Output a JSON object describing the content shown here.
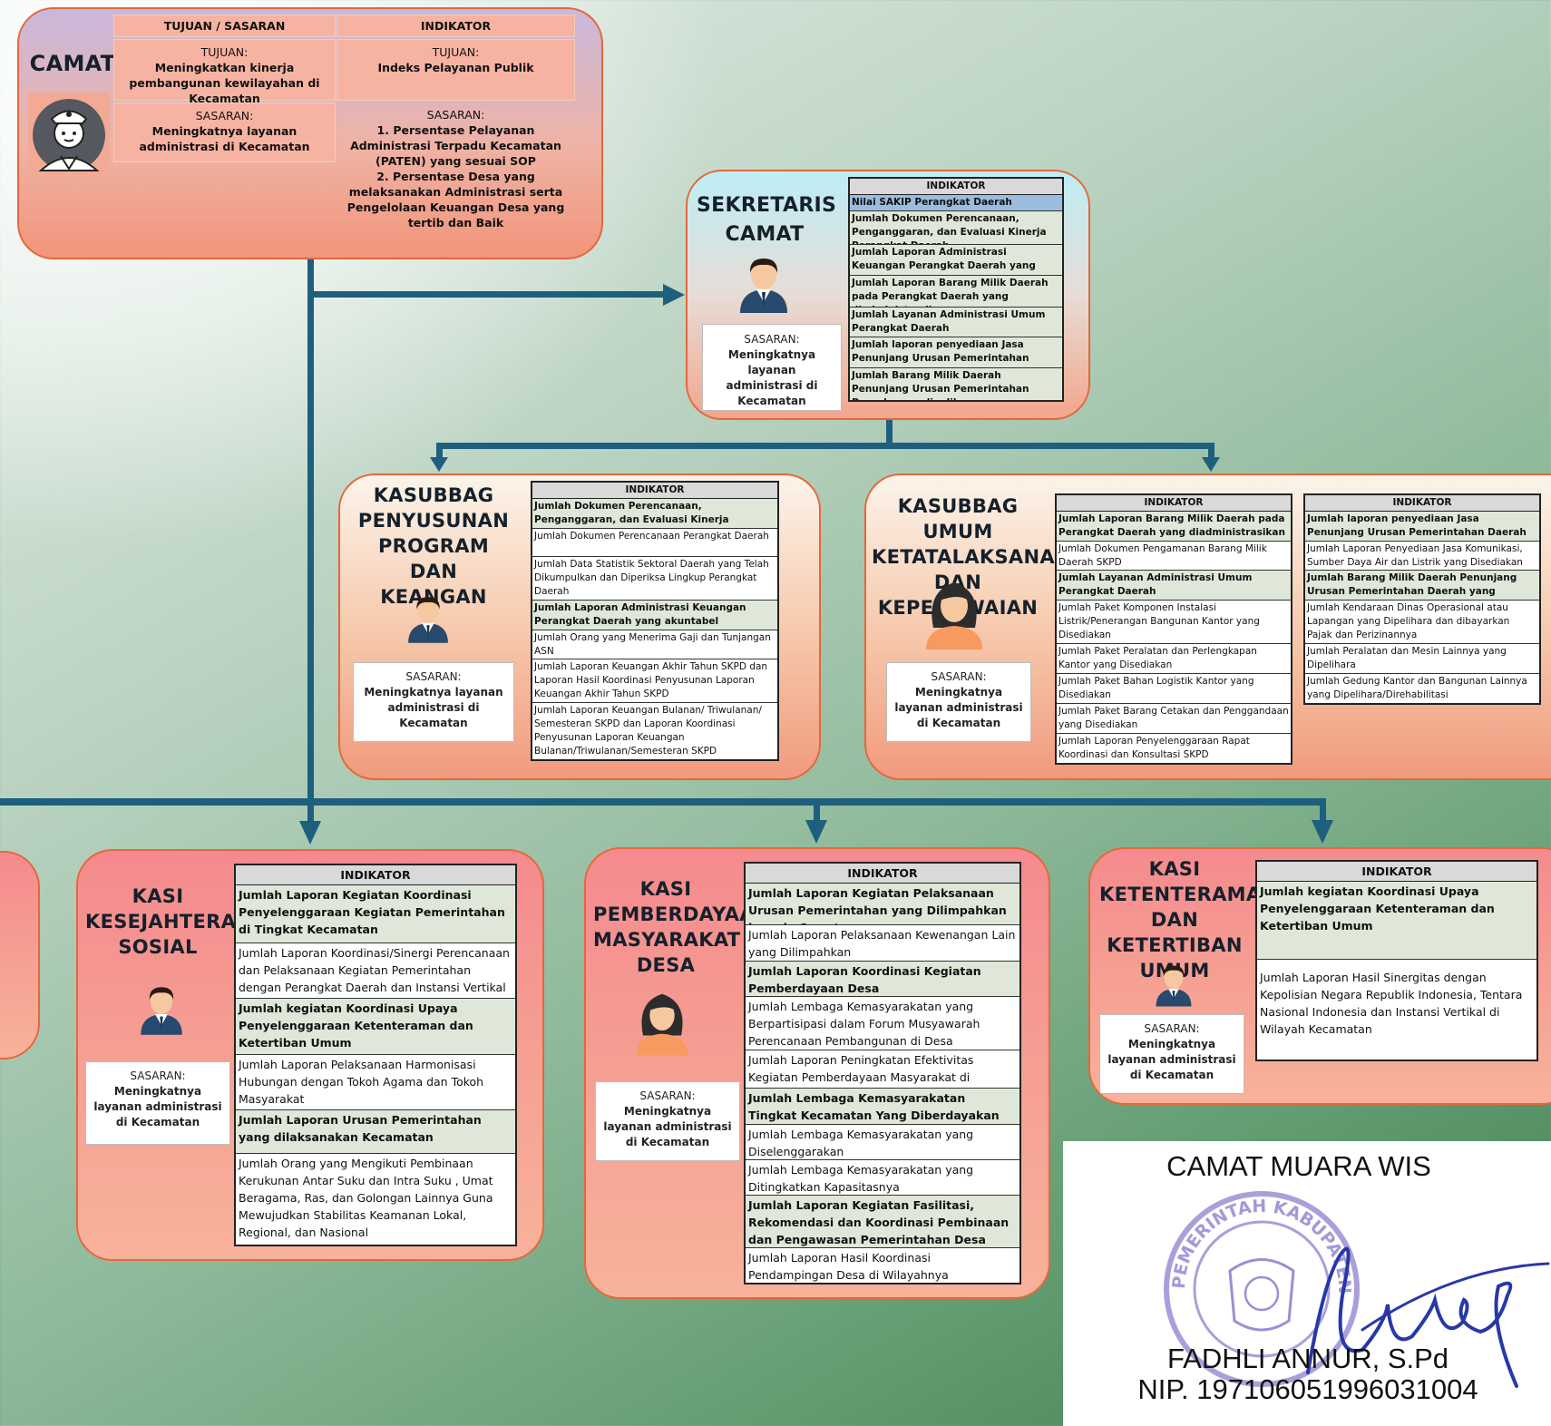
{
  "camat": {
    "title": "CAMAT",
    "head_tujuan": "TUJUAN / SASARAN",
    "head_indikator": "INDIKATOR",
    "tujuan_label": "TUJUAN:",
    "tujuan_text": "Meningkatkan kinerja pembangunan kewilayahan di Kecamatan",
    "tujuan_ind_label": "TUJUAN:",
    "tujuan_ind_text": "Indeks Pelayanan Publik",
    "sasaran_label": "SASARAN:",
    "sasaran_text": "Meningkatnya layanan administrasi di Kecamatan",
    "sasaran_ind_label": "SASARAN:",
    "sasaran_ind_1": "1. Persentase Pelayanan Administrasi Terpadu Kecamatan (PATEN) yang sesuai SOP",
    "sasaran_ind_2": "2. Persentase Desa yang melaksanakan Administrasi serta Pengelolaan Keuangan Desa yang tertib dan Baik"
  },
  "sekretaris": {
    "title": "SEKRETARIS CAMAT",
    "ind_header": "INDIKATOR",
    "indicators": [
      {
        "text": "Nilai SAKIP Perangkat Daerah"
      },
      {
        "text": "Jumlah Dokumen Perencanaan, Penganggaran, dan Evaluasi Kinerja Perangkat Daerah"
      },
      {
        "text": "Jumlah Laporan Administrasi Keuangan Perangkat Daerah yang akuntabel"
      },
      {
        "text": "Jumlah Laporan Barang Milik Daerah pada Perangkat Daerah yang diadministrasikan"
      },
      {
        "text": "Jumlah Layanan Administrasi Umum Perangkat Daerah"
      },
      {
        "text": "Jumlah laporan penyediaan Jasa Penunjang Urusan Pemerintahan Daerah"
      },
      {
        "text": "Jumlah Barang Milik Daerah Penunjang Urusan Pemerintahan Daerah yang dipelihara"
      }
    ],
    "sasaran_label": "SASARAN:",
    "sasaran_text": "Meningkatnya layanan administrasi di Kecamatan"
  },
  "kasubbag_program": {
    "title": "KASUBBAG PENYUSUNAN PROGRAM DAN KEANGAN",
    "ind_header": "INDIKATOR",
    "indicators": [
      {
        "text": "Jumlah Dokumen Perencanaan, Penganggaran, dan Evaluasi Kinerja Perangkat Daerah",
        "key": true
      },
      {
        "text": "Jumlah Dokumen Perencanaan Perangkat Daerah",
        "key": false
      },
      {
        "text": "Jumlah Data Statistik Sektoral Daerah yang Telah Dikumpulkan dan Diperiksa Lingkup Perangkat Daerah",
        "key": false
      },
      {
        "text": "Jumlah Laporan Administrasi Keuangan Perangkat Daerah yang akuntabel",
        "key": true
      },
      {
        "text": "Jumlah Orang yang Menerima Gaji dan Tunjangan ASN",
        "key": false
      },
      {
        "text": "Jumlah Laporan Keuangan Akhir Tahun SKPD dan Laporan Hasil Koordinasi Penyusunan Laporan Keuangan Akhir Tahun SKPD",
        "key": false
      },
      {
        "text": "Jumlah Laporan Keuangan Bulanan/ Triwulanan/ Semesteran SKPD dan Laporan Koordinasi Penyusunan Laporan Keuangan Bulanan/Triwulanan/Semesteran SKPD",
        "key": false
      }
    ],
    "sasaran_label": "SASARAN:",
    "sasaran_text": "Meningkatnya layanan administrasi di Kecamatan"
  },
  "kasubbag_umum": {
    "title": "KASUBBAG UMUM KETATALAKSANAAN DAN KEPEGAWAIAN",
    "ind_header_1": "INDIKATOR",
    "ind_header_2": "INDIKATOR",
    "indicators_1": [
      {
        "text": "Jumlah Laporan Barang Milik Daerah pada Perangkat Daerah yang diadministrasikan",
        "key": true
      },
      {
        "text": "Jumlah Dokumen Pengamanan Barang Milik Daerah SKPD",
        "key": false
      },
      {
        "text": "Jumlah Layanan Administrasi Umum Perangkat Daerah",
        "key": true
      },
      {
        "text": "Jumlah Paket Komponen Instalasi Listrik/Penerangan Bangunan Kantor yang Disediakan",
        "key": false
      },
      {
        "text": "Jumlah Paket Peralatan dan Perlengkapan Kantor yang Disediakan",
        "key": false
      },
      {
        "text": "Jumlah Paket Bahan Logistik Kantor yang Disediakan",
        "key": false
      },
      {
        "text": "Jumlah Paket Barang Cetakan dan Penggandaan yang Disediakan",
        "key": false
      },
      {
        "text": "Jumlah Laporan Penyelenggaraan Rapat Koordinasi dan Konsultasi SKPD",
        "key": false
      }
    ],
    "indicators_2": [
      {
        "text": "Jumlah laporan penyediaan Jasa Penunjang Urusan Pemerintahan Daerah",
        "key": true
      },
      {
        "text": "Jumlah Laporan Penyediaan Jasa Komunikasi, Sumber Daya Air dan Listrik yang Disediakan",
        "key": false
      },
      {
        "text": "Jumlah Barang Milik Daerah Penunjang Urusan Pemerintahan Daerah yang dipelihara",
        "key": true
      },
      {
        "text": "Jumlah Kendaraan Dinas Operasional atau Lapangan yang Dipelihara dan dibayarkan Pajak dan Perizinannya",
        "key": false
      },
      {
        "text": "Jumlah Peralatan dan Mesin Lainnya yang Dipelihara",
        "key": false
      },
      {
        "text": "Jumlah Gedung Kantor dan Bangunan Lainnya yang Dipelihara/Direhabilitasi",
        "key": false
      }
    ],
    "sasaran_label": "SASARAN:",
    "sasaran_text": "Meningkatnya layanan administrasi di Kecamatan"
  },
  "kasi_kesejahteraan": {
    "title": "KASI KESEJAHTERAAN SOSIAL",
    "ind_header": "INDIKATOR",
    "indicators": [
      {
        "text": "Jumlah Laporan Kegiatan Koordinasi Penyelenggaraan Kegiatan Pemerintahan di Tingkat Kecamatan",
        "key": true
      },
      {
        "text": "Jumlah Laporan Koordinasi/Sinergi Perencanaan dan Pelaksanaan Kegiatan Pemerintahan dengan Perangkat Daerah dan Instansi Vertikal Terkait",
        "key": false
      },
      {
        "text": "Jumlah kegiatan Koordinasi Upaya Penyelenggaraan Ketenteraman dan Ketertiban Umum",
        "key": true
      },
      {
        "text": "Jumlah Laporan Pelaksanaan Harmonisasi Hubungan dengan Tokoh Agama dan Tokoh Masyarakat",
        "key": false
      },
      {
        "text": "Jumlah Laporan Urusan Pemerintahan yang dilaksanakan Kecamatan",
        "key": true
      },
      {
        "text": "Jumlah Orang yang Mengikuti Pembinaan Kerukunan Antar Suku dan Intra Suku , Umat Beragama, Ras, dan Golongan Lainnya Guna Mewujudkan Stabilitas Keamanan Lokal, Regional, dan Nasional",
        "key": false
      }
    ],
    "sasaran_label": "SASARAN:",
    "sasaran_text": "Meningkatnya layanan administrasi di Kecamatan"
  },
  "kasi_pemberdayaan": {
    "title": "KASI PEMBERDAYAAN MASYARAKAT DESA",
    "ind_header": "INDIKATOR",
    "indicators": [
      {
        "text": "Jumlah Laporan Kegiatan Pelaksanaan Urusan Pemerintahan yang Dilimpahkan kepada Camat",
        "key": true
      },
      {
        "text": "Jumlah Laporan Pelaksanaan Kewenangan Lain yang Dilimpahkan",
        "key": false
      },
      {
        "text": "Jumlah Laporan Koordinasi Kegiatan Pemberdayaan Desa",
        "key": true
      },
      {
        "text": "Jumlah Lembaga Kemasyarakatan yang Berpartisipasi dalam Forum Musyawarah Perencanaan Pembangunan di Desa",
        "key": false
      },
      {
        "text": "Jumlah Laporan Peningkatan Efektivitas Kegiatan Pemberdayaan Masyarakat di Wilayah Kecamatan",
        "key": false
      },
      {
        "text": "Jumlah Lembaga Kemasyarakatan Tingkat Kecamatan Yang Diberdayakan",
        "key": true
      },
      {
        "text": "Jumlah Lembaga Kemasyarakatan yang Diselenggarakan",
        "key": false
      },
      {
        "text": "Jumlah Lembaga Kemasyarakatan yang Ditingkatkan Kapasitasnya",
        "key": false
      },
      {
        "text": "Jumlah Laporan Kegiatan Fasilitasi, Rekomendasi dan Koordinasi Pembinaan dan Pengawasan Pemerintahan Desa",
        "key": true
      },
      {
        "text": "Jumlah Laporan Hasil Koordinasi Pendampingan Desa di Wilayahnya",
        "key": false
      }
    ],
    "sasaran_label": "SASARAN:",
    "sasaran_text": "Meningkatnya layanan administrasi di Kecamatan"
  },
  "kasi_ketenteraman": {
    "title": "KASI KETENTERAMAN DAN KETERTIBAN UMUM",
    "ind_header": "INDIKATOR",
    "indicators": [
      {
        "text": "Jumlah kegiatan Koordinasi Upaya Penyelenggaraan Ketenteraman dan Ketertiban Umum",
        "key": true
      },
      {
        "text": "Jumlah Laporan Hasil Sinergitas dengan Kepolisian Negara Republik Indonesia, Tentara Nasional Indonesia dan Instansi Vertikal di Wilayah Kecamatan",
        "key": false
      }
    ],
    "sasaran_label": "SASARAN:",
    "sasaran_text": "Meningkatnya layanan administrasi di Kecamatan"
  },
  "signature": {
    "title": "CAMAT MUARA WIS",
    "stamp_text": "PEMERINTAH KABUPATEN",
    "name": "FADHLI ANNUR, S.Pd",
    "nip": "NIP. 197106051996031004"
  },
  "colors": {
    "connector": "#1d5f7d",
    "card_border": "#e3683c",
    "key_row": "#dfe8d8",
    "highlight_row": "#9bbcdf"
  },
  "icons": {
    "camat": "officer-avatar-icon",
    "male": "male-avatar-icon",
    "female": "female-avatar-icon"
  }
}
